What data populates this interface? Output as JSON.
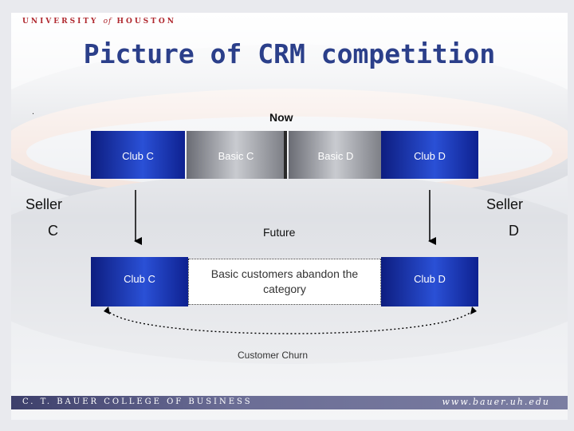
{
  "header": {
    "logo_university": "UNIVERSITY",
    "logo_of": "of",
    "logo_houston": "HOUSTON"
  },
  "slide": {
    "title": "Picture of CRM competition",
    "bullet": "."
  },
  "now_row": {
    "label": "Now",
    "boxes": [
      "Club C",
      "Basic C",
      "Basic D",
      "Club D"
    ]
  },
  "sellers": {
    "left_top": "Seller",
    "left_bottom": "C",
    "right_top": "Seller",
    "right_bottom": "D"
  },
  "future_row": {
    "label": "Future",
    "club_c": "Club C",
    "middle": "Basic customers abandon the category",
    "club_d": "Club D"
  },
  "churn_label": "Customer Churn",
  "footer": {
    "left": "C. T. BAUER COLLEGE OF BUSINESS",
    "right": "www.bauer.uh.edu"
  },
  "colors": {
    "title": "#2b3f8a",
    "club_box": "#1f3fc4",
    "basic_box": "#a8aab0",
    "logo_red": "#b0282e",
    "footer": "#5a5c88"
  }
}
